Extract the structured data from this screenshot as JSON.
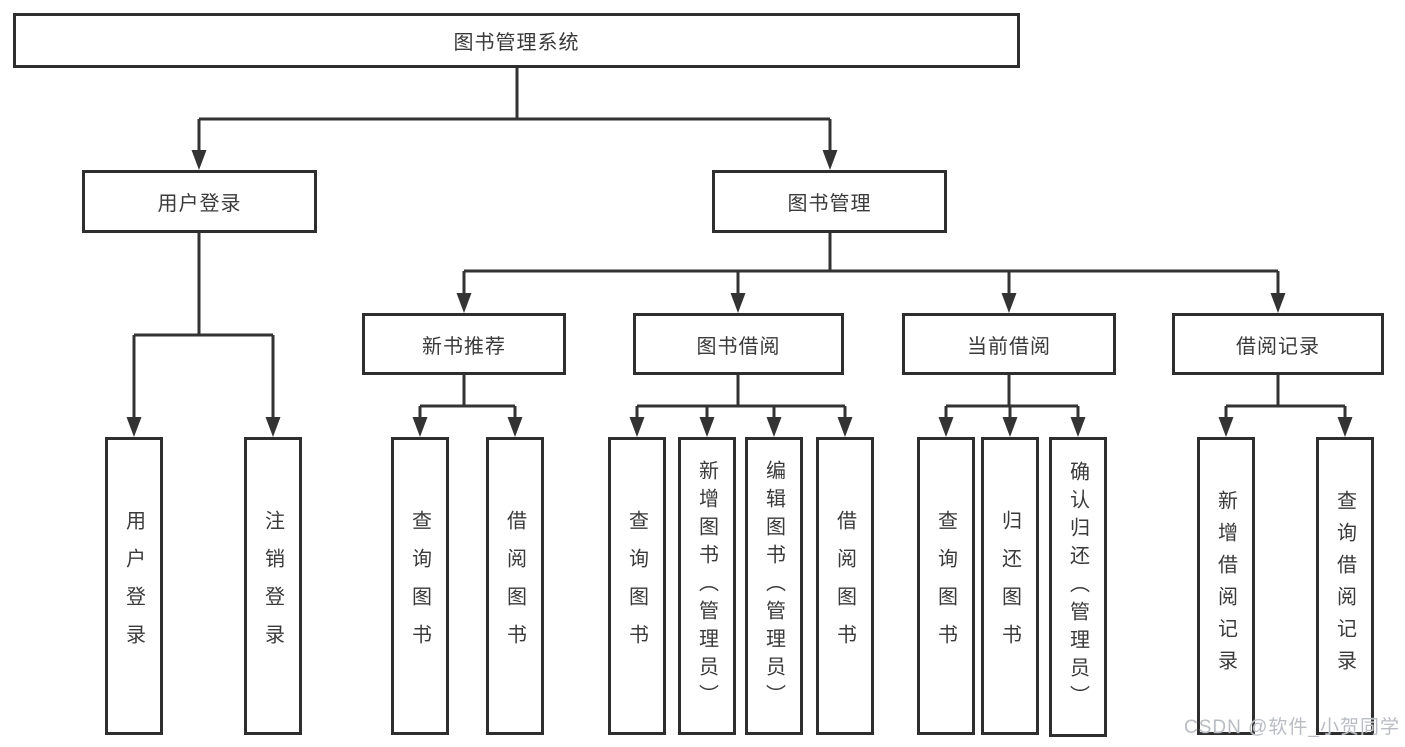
{
  "tree": {
    "root": {
      "label": "图书管理系统",
      "children": [
        {
          "label": "用户登录",
          "children": [
            {
              "label": "用户登录"
            },
            {
              "label": "注销登录"
            }
          ]
        },
        {
          "label": "图书管理",
          "children": [
            {
              "label": "新书推荐",
              "children": [
                {
                  "label": "查询图书"
                },
                {
                  "label": "借阅图书"
                }
              ]
            },
            {
              "label": "图书借阅",
              "children": [
                {
                  "label": "查询图书"
                },
                {
                  "label": "新增图书（管理员）"
                },
                {
                  "label": "编辑图书（管理员）"
                },
                {
                  "label": "借阅图书"
                }
              ]
            },
            {
              "label": "当前借阅",
              "children": [
                {
                  "label": "查询图书"
                },
                {
                  "label": "归还图书"
                },
                {
                  "label": "确认归还（管理员）"
                }
              ]
            },
            {
              "label": "借阅记录",
              "children": [
                {
                  "label": "新增借阅记录"
                },
                {
                  "label": "查询借阅记录"
                }
              ]
            }
          ]
        }
      ]
    }
  },
  "watermark": {
    "text": "CSDN @软件_小贺同学"
  },
  "colors": {
    "box_border": "#2e2e2e",
    "text": "#3a3a3a",
    "connector_line": "#333333",
    "background": "#ffffff",
    "watermark_text": "#b9bdc3"
  }
}
